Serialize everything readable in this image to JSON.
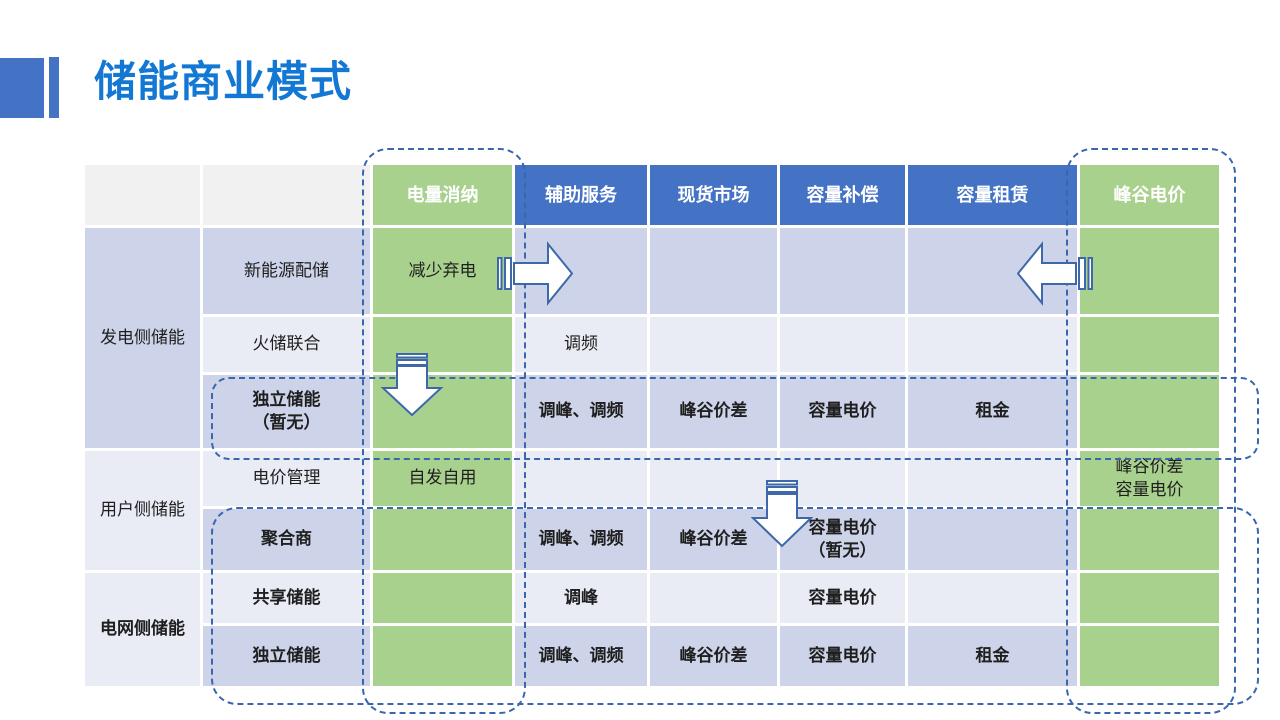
{
  "slide": {
    "title": "储能商业模式"
  },
  "table": {
    "headers": [
      {
        "label": "",
        "tone": "gray"
      },
      {
        "label": "",
        "tone": "gray"
      },
      {
        "label": "电量消纳",
        "tone": "green"
      },
      {
        "label": "辅助服务",
        "tone": "blue"
      },
      {
        "label": "现货市场",
        "tone": "blue"
      },
      {
        "label": "容量补偿",
        "tone": "blue"
      },
      {
        "label": "容量租赁",
        "tone": "blue"
      },
      {
        "label": "峰谷电价",
        "tone": "green"
      }
    ],
    "green_columns": [
      0,
      5
    ],
    "groups": [
      {
        "label": "发电侧储能",
        "bold": false,
        "band": "dark",
        "row_start": 0,
        "row_span": 3
      },
      {
        "label": "用户侧储能",
        "bold": false,
        "band": "light",
        "row_start": 3,
        "row_span": 2
      },
      {
        "label": "电网侧储能",
        "bold": true,
        "band": "light",
        "row_start": 5,
        "row_span": 2
      }
    ],
    "rows": [
      {
        "label": "新能源配储",
        "bold": false,
        "band": "dark",
        "cells": [
          "减少弃电",
          "",
          "",
          "",
          "",
          ""
        ]
      },
      {
        "label": "火储联合",
        "bold": false,
        "band": "light",
        "cells": [
          "",
          "调频",
          "",
          "",
          "",
          ""
        ]
      },
      {
        "label": "独立储能\n（暂无）",
        "bold": true,
        "band": "dark",
        "cells": [
          "",
          "调峰、调频",
          "峰谷价差",
          "容量电价",
          "租金",
          ""
        ]
      },
      {
        "label": "电价管理",
        "bold": false,
        "band": "light",
        "cells": [
          "自发自用",
          "",
          "",
          "",
          "",
          "峰谷价差\n容量电价"
        ]
      },
      {
        "label": "聚合商",
        "bold": true,
        "band": "dark",
        "cells": [
          "",
          "调峰、调频",
          "峰谷价差",
          "容量电价\n（暂无）",
          "",
          ""
        ]
      },
      {
        "label": "共享储能",
        "bold": true,
        "band": "light",
        "cells": [
          "",
          "调峰",
          "",
          "容量电价",
          "",
          ""
        ]
      },
      {
        "label": "独立储能",
        "bold": true,
        "band": "dark",
        "cells": [
          "",
          "调峰、调频",
          "峰谷价差",
          "容量电价",
          "租金",
          ""
        ]
      }
    ]
  },
  "annotations": {
    "highlight_boxes": [
      {
        "name": "consumption-column-box",
        "target": "电量消纳"
      },
      {
        "name": "peak-valley-price-column-box",
        "target": "峰谷电价"
      },
      {
        "name": "independent-storage-row-box",
        "target": "独立储能（暂无）"
      },
      {
        "name": "lower-rows-box",
        "target": "聚合商 / 共享储能 / 独立储能"
      }
    ],
    "arrows": [
      {
        "name": "striped-arrow-right",
        "direction": "right"
      },
      {
        "name": "striped-arrow-left",
        "direction": "left"
      },
      {
        "name": "striped-arrow-down-generation",
        "direction": "down"
      },
      {
        "name": "striped-arrow-down-user",
        "direction": "down"
      }
    ]
  },
  "colors": {
    "title_blue": "#1377D4",
    "accent_blue": "#4472C4",
    "header_blue": "#4472C4",
    "highlight_green": "#A9D18E",
    "band_dark": "#CDD4E9",
    "band_light": "#E9EBF5",
    "header_gray": "#F1F1F2",
    "dashed_outline": "#3A66AE",
    "arrow_outline": "#3E68A8"
  }
}
